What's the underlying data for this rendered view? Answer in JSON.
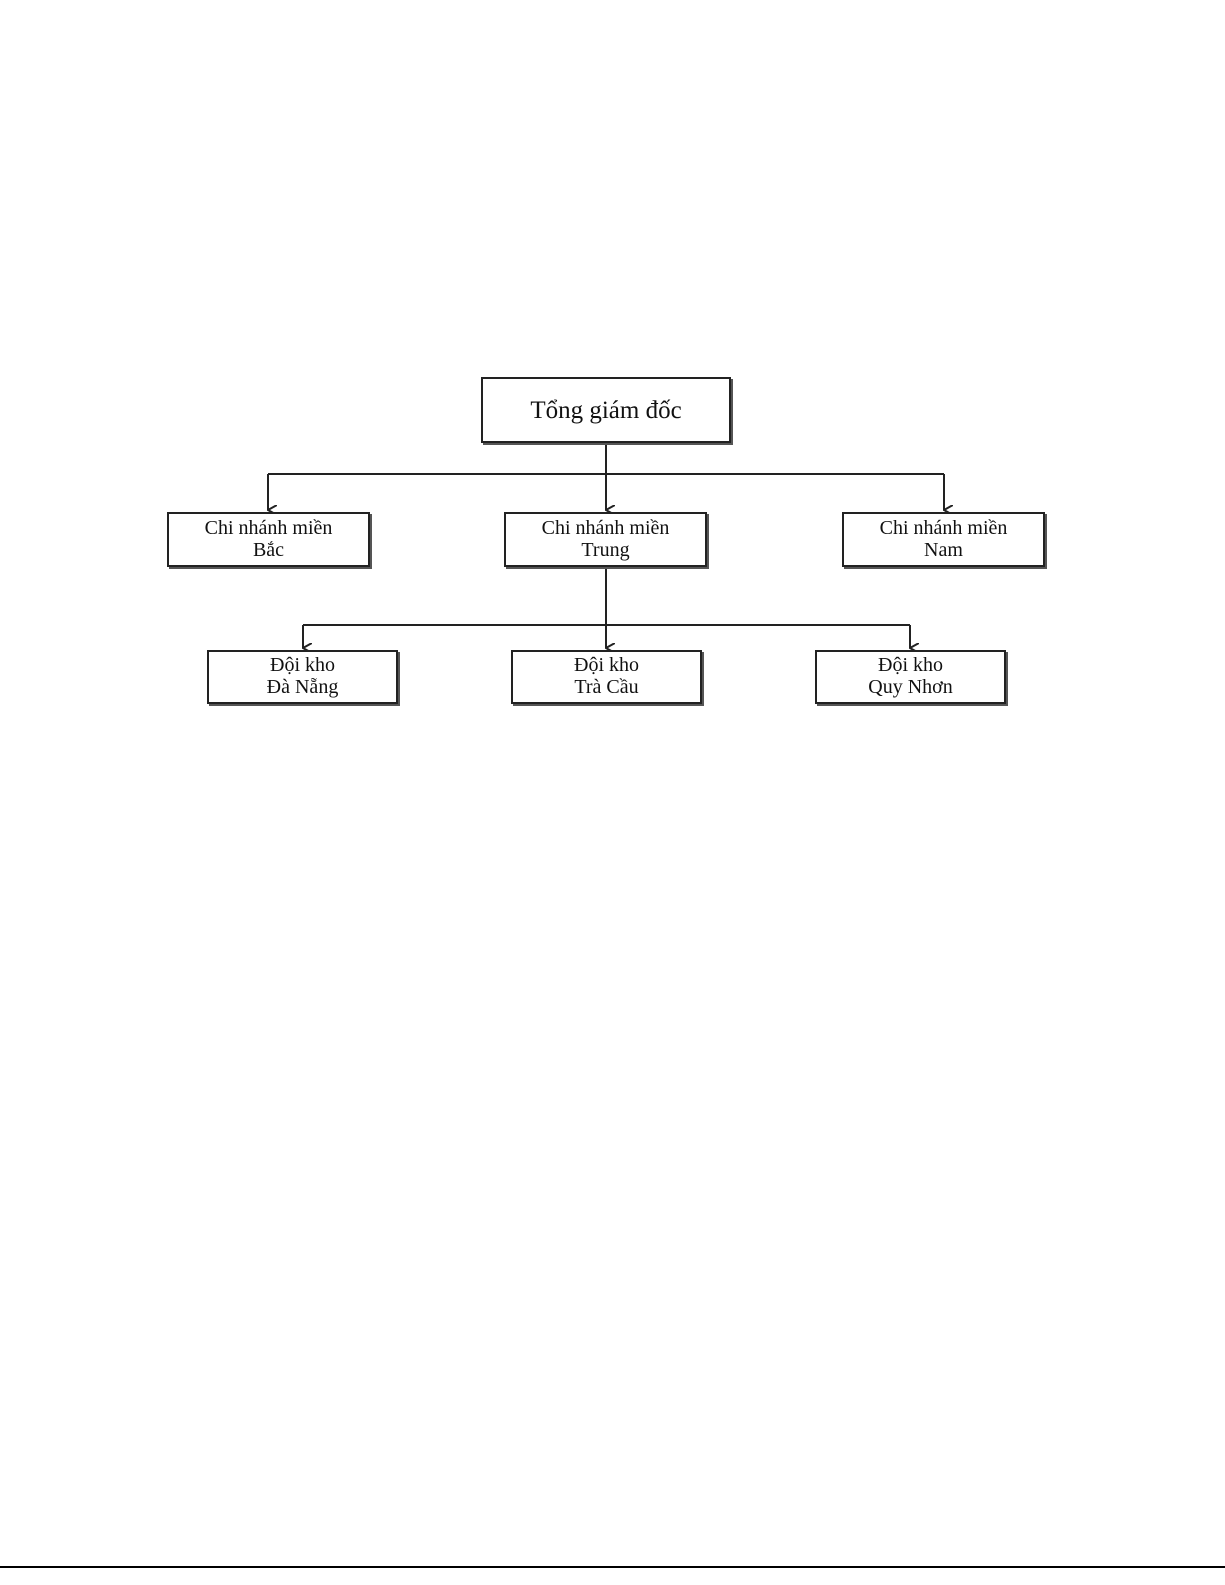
{
  "org_chart": {
    "root": {
      "label": "Tổng giám đốc"
    },
    "branches": [
      {
        "line1": "Chi nhánh miền",
        "line2": "Bắc"
      },
      {
        "line1": "Chi nhánh miền",
        "line2": "Trung"
      },
      {
        "line1": "Chi nhánh miền",
        "line2": "Nam"
      }
    ],
    "teams": [
      {
        "line1": "Đội kho",
        "line2": "Đà Nẵng"
      },
      {
        "line1": "Đội kho",
        "line2": "Trà Cầu"
      },
      {
        "line1": "Đội kho",
        "line2": "Quy Nhơn"
      }
    ]
  }
}
